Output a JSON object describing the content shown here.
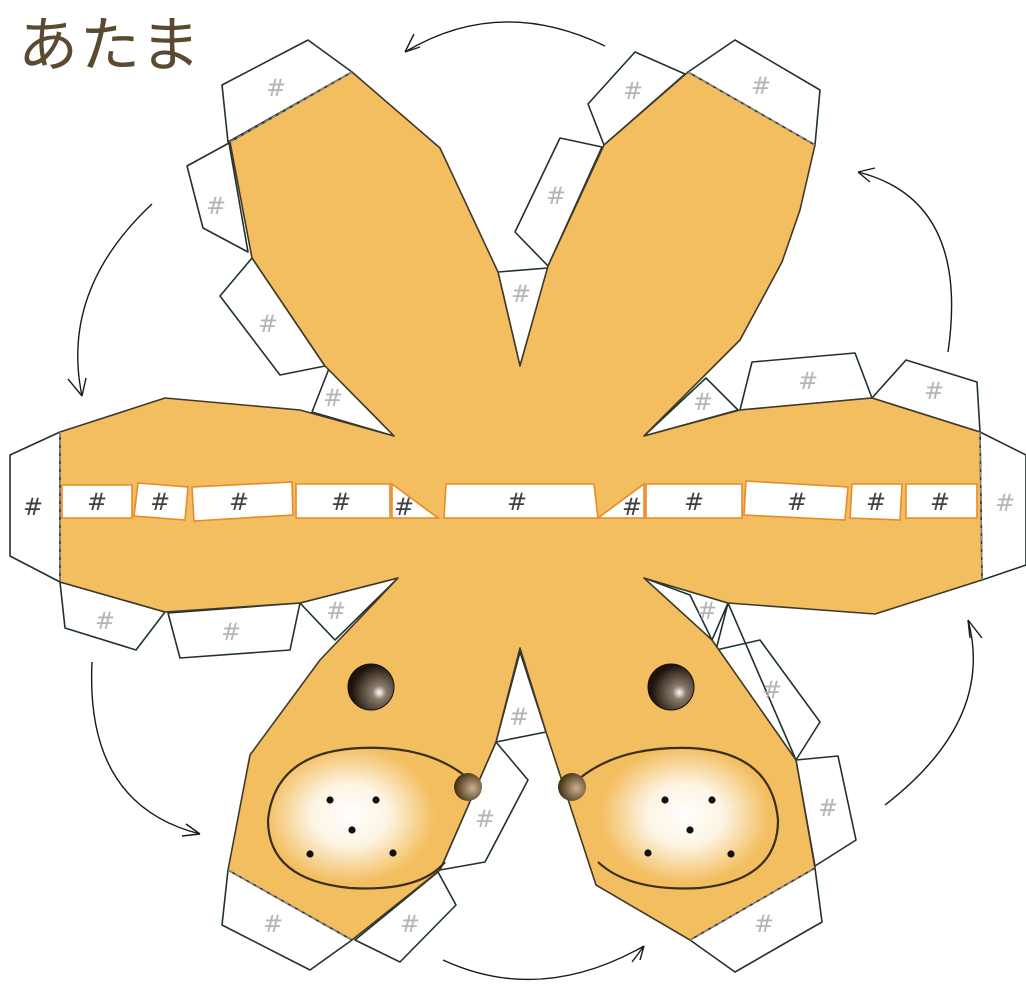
{
  "title": "あたま",
  "glue_mark": "#",
  "colors": {
    "body_fill": "#f3be5f",
    "outline": "#40382a",
    "tab_stroke": "#1f332b",
    "slot_stroke": "#e88a2a",
    "glue_mark_light": "#b5b5b5",
    "glue_mark_dark": "#404040",
    "title": "#5b4a2f",
    "eye": "#2a1d12",
    "cheek_line": "#3a2f1c"
  },
  "decorations": [
    "eye-left",
    "eye-right",
    "nose-left",
    "nose-right",
    "cheek-left",
    "cheek-right",
    "whisker-dots",
    "rotation-arrows"
  ]
}
